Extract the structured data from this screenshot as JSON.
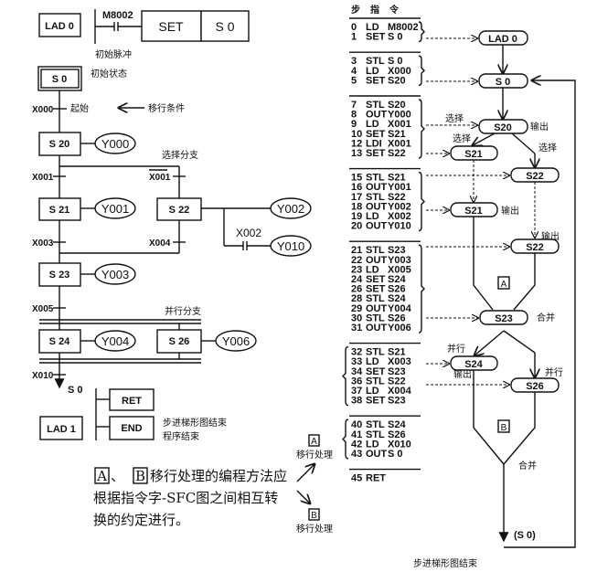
{
  "ladder": {
    "lad0": "LAD 0",
    "m8002": "M8002",
    "set": "SET",
    "s0": "S 0",
    "init_pulse": "初始脉冲",
    "init_state_box": "S 0",
    "init_state_label": "初始状态",
    "x000": "X000",
    "start": "起始",
    "transition_cond": "移行条件",
    "s20": "S 20",
    "y000": "Y000",
    "select_branch": "选择分支",
    "x001": "X001",
    "x001_bar": "X001",
    "s21": "S 21",
    "y001": "Y001",
    "s22": "S 22",
    "y002": "Y002",
    "x002": "X002",
    "y010": "Y010",
    "x003": "X003",
    "x004": "X004",
    "s23": "S 23",
    "y003": "Y003",
    "x005": "X005",
    "parallel_branch": "并行分支",
    "s24": "S 24",
    "y004": "Y004",
    "s26": "S 26",
    "y006": "Y006",
    "x010": "X010",
    "jump_s0": "S 0",
    "ret": "RET",
    "end": "END",
    "lad1": "LAD 1",
    "step_ladder_end": "步进梯形图结束",
    "program_end": "程序结束"
  },
  "note": {
    "a": "A",
    "sep": "、",
    "b": "B",
    "line1": "移行处理的编程方法应",
    "line2": "根据指令字-SFC图之间相互转",
    "line3": "换的约定进行。",
    "a_label": "A",
    "a_text": "移行处理",
    "b_label": "B",
    "b_text": "移行处理"
  },
  "instr": {
    "headers": [
      "步",
      "指",
      "令"
    ],
    "groups": [
      [
        [
          "0",
          "LD",
          "M8002"
        ],
        [
          "1",
          "SET",
          "S 0"
        ]
      ],
      [
        [
          "3",
          "STL",
          "S 0"
        ],
        [
          "4",
          "LD",
          "X000"
        ],
        [
          "5",
          "SET",
          "S20"
        ]
      ],
      [
        [
          "7",
          "STL",
          "S20"
        ],
        [
          "8",
          "OUT",
          "Y000"
        ],
        [
          "9",
          "LD",
          "X001"
        ],
        [
          "10",
          "SET",
          "S21"
        ],
        [
          "12",
          "LDI",
          "X001"
        ],
        [
          "13",
          "SET",
          "S22"
        ]
      ],
      [
        [
          "15",
          "STL",
          "S21"
        ],
        [
          "16",
          "OUT",
          "Y001"
        ],
        [
          "17",
          "STL",
          "S22"
        ],
        [
          "18",
          "OUT",
          "Y002"
        ],
        [
          "19",
          "LD",
          "X002"
        ],
        [
          "20",
          "OUT",
          "Y010"
        ]
      ],
      [
        [
          "21",
          "STL",
          "S23"
        ],
        [
          "22",
          "OUT",
          "Y003"
        ],
        [
          "23",
          "LD",
          "X005"
        ],
        [
          "24",
          "SET",
          "S24"
        ],
        [
          "26",
          "SET",
          "S26"
        ],
        [
          "28",
          "STL",
          "S24"
        ],
        [
          "29",
          "OUT",
          "Y004"
        ],
        [
          "30",
          "STL",
          "S26"
        ],
        [
          "31",
          "OUT",
          "Y006"
        ]
      ],
      [
        [
          "32",
          "STL",
          "S21"
        ],
        [
          "33",
          "LD",
          "X003"
        ],
        [
          "34",
          "SET",
          "S23"
        ],
        [
          "36",
          "STL",
          "S22"
        ],
        [
          "37",
          "LD",
          "X004"
        ],
        [
          "38",
          "SET",
          "S23"
        ]
      ],
      [
        [
          "40",
          "STL",
          "S24"
        ],
        [
          "41",
          "STL",
          "S26"
        ],
        [
          "42",
          "LD",
          "X010"
        ],
        [
          "43",
          "OUT",
          "S 0"
        ]
      ],
      [
        [
          "45",
          "RET",
          ""
        ]
      ]
    ],
    "ret_note": "步进梯形图结束"
  },
  "sfc": {
    "lad0": "LAD 0",
    "s0": "S 0",
    "s20": "S20",
    "s21a": "S21",
    "s22a": "S22",
    "s21b": "S21",
    "s22b": "S22",
    "s23": "S23",
    "s24": "S24",
    "s26": "S26",
    "select1": "选择",
    "select2": "选择",
    "select3": "选择",
    "output1": "输出",
    "output2": "输出",
    "output3": "输出",
    "output4": "输出",
    "merge1": "合并",
    "merge2": "合并",
    "parallel1": "并行",
    "parallel2": "并行",
    "box_a": "A",
    "box_b": "B",
    "jump": "(S 0)"
  }
}
